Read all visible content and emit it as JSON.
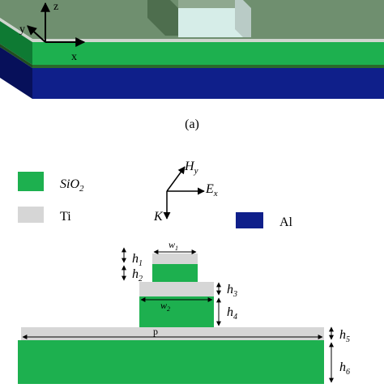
{
  "figure": {
    "panel_a_label": "(a)",
    "legend": {
      "sio2": "SiO",
      "sio2_sub": "2",
      "ti": "Ti",
      "al": "Al"
    },
    "axes_3d": {
      "z": "z",
      "y": "y",
      "x": "x"
    },
    "field_axes": {
      "h": "H",
      "h_sub": "y",
      "e": "E",
      "e_sub": "x",
      "k": "K"
    },
    "dimensions": {
      "h1": "h",
      "h1_sub": "1",
      "h2": "h",
      "h2_sub": "2",
      "h3": "h",
      "h3_sub": "3",
      "h4": "h",
      "h4_sub": "4",
      "h5": "h",
      "h5_sub": "5",
      "h6": "h",
      "h6_sub": "6",
      "w1": "w",
      "w1_sub": "1",
      "w2": "w",
      "w2_sub": "2",
      "p": "p"
    },
    "colors": {
      "sio2": "#1db04f",
      "sio2_dark": "#0e7a33",
      "ti": "#d6d6d6",
      "al": "#0f1f8a",
      "al_dark": "#07105a",
      "slab_top": "#6f8f6f",
      "ridge": "#4e6e4e",
      "cap": "#d6ede8"
    }
  }
}
